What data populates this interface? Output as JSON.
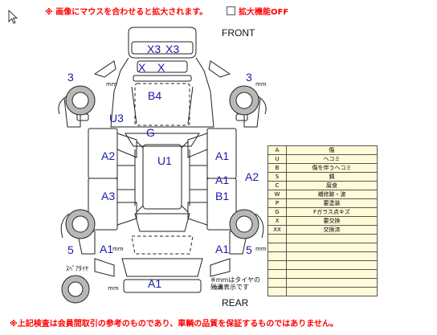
{
  "notice_top": "※ 画像にマウスを合わせると拡大されます。",
  "zoom_option": {
    "label": "拡大機能OFF",
    "checked": false
  },
  "directions": {
    "front": "FRONT",
    "rear": "REAR"
  },
  "tire_depth": {
    "front_left": "3",
    "front_right": "3",
    "rear_left": "5",
    "rear_right": "5",
    "unit": "mm"
  },
  "spare_tire_label": "ｽﾍﾟｱﾀｲﾔ",
  "mm_note": "※mmはタイヤの\n残溝表示です",
  "damage_marks": {
    "hood_x3_left": "X3",
    "hood_x3_right": "X3",
    "bumper_x_left": "X",
    "bumper_x_right": "X",
    "roof_front": "B4",
    "front_left_u3": "U3",
    "windshield_g": "G",
    "roof_u1": "U1",
    "left_front_door": "A2",
    "left_rear_door": "A3",
    "left_rear_quarter": "A1",
    "right_front_door": "A1",
    "right_fender": "A2",
    "right_rear_door_a1": "A1",
    "right_rear_door_b1": "B1",
    "right_rear_quarter": "A1",
    "rear_bumper": "A1"
  },
  "legend": [
    {
      "code": "A",
      "desc": "傷"
    },
    {
      "code": "U",
      "desc": "ヘコミ"
    },
    {
      "code": "B",
      "desc": "傷を伴うヘコミ"
    },
    {
      "code": "S",
      "desc": "錆"
    },
    {
      "code": "C",
      "desc": "腐食"
    },
    {
      "code": "W",
      "desc": "補修跡・波"
    },
    {
      "code": "P",
      "desc": "要塗装"
    },
    {
      "code": "G",
      "desc": "Fガラス点キズ"
    },
    {
      "code": "X",
      "desc": "要交換"
    },
    {
      "code": "XX",
      "desc": "交換済"
    },
    {
      "code": "",
      "desc": ""
    },
    {
      "code": "",
      "desc": ""
    },
    {
      "code": "",
      "desc": ""
    },
    {
      "code": "",
      "desc": ""
    },
    {
      "code": "",
      "desc": ""
    },
    {
      "code": "",
      "desc": ""
    },
    {
      "code": "",
      "desc": ""
    }
  ],
  "notice_bottom": "※上記検査は会員間取引の参考のものであり、車輌の品質を保証するものではありません。",
  "colors": {
    "notice": "#ff0000",
    "mark": "#1a1aa8",
    "legend_bg": "#fffbd8"
  }
}
